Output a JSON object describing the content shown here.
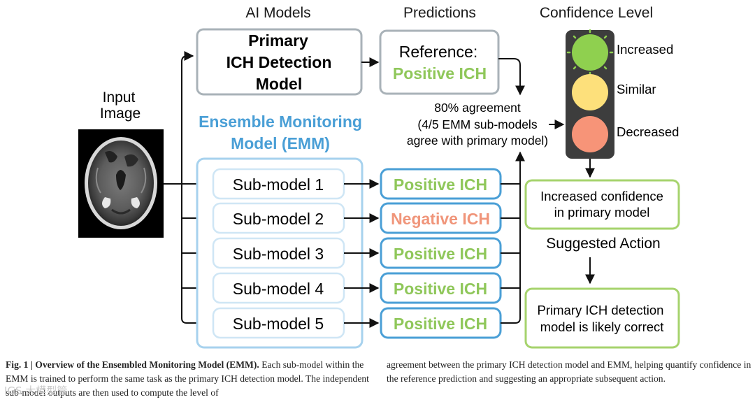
{
  "headers": {
    "ai_models": "AI Models",
    "predictions": "Predictions",
    "confidence_level": "Confidence Level"
  },
  "input": {
    "label_line1": "Input",
    "label_line2": "Image",
    "image_desc_icon": "brain-ct-scan-icon"
  },
  "primary_model": {
    "line1": "Primary",
    "line2": "ICH Detection",
    "line3": "Model"
  },
  "reference": {
    "label": "Reference:",
    "value": "Positive ICH"
  },
  "emm": {
    "title_line1": "Ensemble Monitoring",
    "title_line2": "Model (EMM)",
    "submodels": [
      {
        "name": "Sub-model 1",
        "prediction": "Positive ICH",
        "status": "positive"
      },
      {
        "name": "Sub-model 2",
        "prediction": "Negative ICH",
        "status": "negative"
      },
      {
        "name": "Sub-model 3",
        "prediction": "Positive ICH",
        "status": "positive"
      },
      {
        "name": "Sub-model 4",
        "prediction": "Positive ICH",
        "status": "positive"
      },
      {
        "name": "Sub-model 5",
        "prediction": "Positive ICH",
        "status": "positive"
      }
    ]
  },
  "agreement": {
    "line1": "80% agreement",
    "line2": "(4/5 EMM sub-models",
    "line3": "agree with primary model)"
  },
  "traffic_light": {
    "increased": "Increased",
    "similar": "Similar",
    "decreased": "Decreased",
    "active": "increased"
  },
  "outcome": {
    "confidence_line1": "Increased confidence",
    "confidence_line2": "in primary model",
    "suggested_action": "Suggested Action",
    "action_line1": "Primary ICH detection",
    "action_line2": "model is likely correct"
  },
  "caption": {
    "fig_label": "Fig. 1 | Overview of the Ensembled Monitoring Model (EMM).",
    "left_text": " Each sub-model within the EMM is trained to perform the same task as the primary ICH detection model. The independent sub-model outputs are then used to compute the level of",
    "right_text": "agreement between the primary ICH detection model and EMM, helping quantify confidence in the reference prediction and suggesting an appropriate subsequent action."
  },
  "watermark": "IGS 大模型管",
  "colors": {
    "gray_border": "#a9b2b8",
    "blue": "#4a9fd6",
    "light_blue": "#a7d2ee",
    "green_text": "#8fc75a",
    "green_border": "#a6d36d",
    "salmon": "#f0957a",
    "light_green": "#8fd04f",
    "yellow": "#fde07b",
    "red": "#f79478",
    "dark_panel": "#3d3d3d"
  }
}
